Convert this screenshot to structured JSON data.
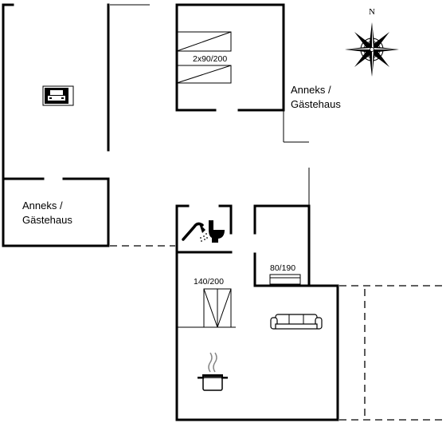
{
  "plan": {
    "labels": {
      "annex_right_line1": "Anneks /",
      "annex_right_line2": "Gästehaus",
      "annex_left_line1": "Anneks /",
      "annex_left_line2": "Gästehaus",
      "bed_twin_size": "2x90/200",
      "bed_double_size": "140/200",
      "bed_single_size": "80/190",
      "north": "N"
    },
    "icons": [
      "car-icon",
      "shower-icon",
      "toilet-icon",
      "sofa-icon",
      "cooking-pot-icon",
      "compass-rose-icon"
    ]
  }
}
